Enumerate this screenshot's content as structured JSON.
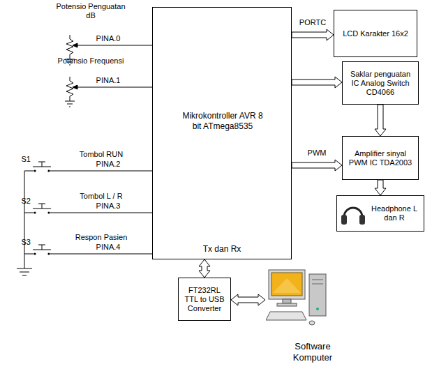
{
  "diagram": {
    "nodes": [
      {
        "text": [
          "Mikrokontroller AVR 8 bit ATmega8535",
          "Tx dan Rx"
        ]
      },
      {
        "text": [
          "LCD Karakter 16x2"
        ]
      },
      {
        "text": [
          "Saklar penguatan IC Analog Switch CD4066"
        ]
      },
      {
        "text": [
          "Amplifier sinyal PWM IC TDA2003"
        ]
      },
      {
        "text": [
          "Headphone L dan R"
        ]
      },
      {
        "text": [
          "FT232RL TTL to USB Converter"
        ]
      },
      {
        "text": [
          "Software Komputer"
        ]
      }
    ],
    "edges": [
      {
        "from": 0,
        "to": 1,
        "arrow": "to",
        "label": "PORTC"
      },
      {
        "from": 0,
        "to": 2,
        "arrow": "to"
      },
      {
        "from": 2,
        "to": 3,
        "arrow": "to"
      },
      {
        "from": 0,
        "to": 3,
        "arrow": "to",
        "label": "PWM"
      },
      {
        "from": 3,
        "to": 4,
        "arrow": "to"
      },
      {
        "from": 0,
        "to": 5,
        "arrow": "both"
      },
      {
        "from": 5,
        "to": 6,
        "arrow": "both"
      }
    ],
    "labels": [
      "Potensio Penguatan dB",
      "PINA.0",
      "Potensio Frequensi",
      "PINA.1",
      "S1",
      "Tombol RUN",
      "PINA.2",
      "S2",
      "Tombol L / R",
      "PINA.3",
      "Respon Pasien",
      "PINA.4",
      "S3"
    ]
  }
}
